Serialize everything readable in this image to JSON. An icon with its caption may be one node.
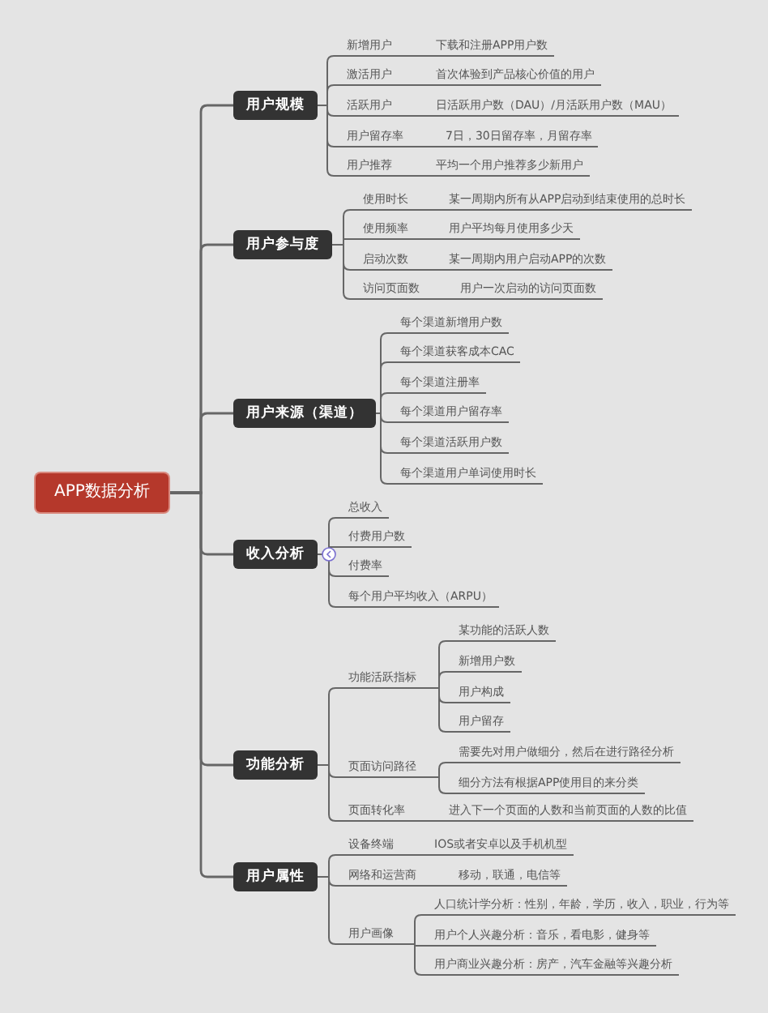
{
  "diagram": {
    "nodes": [
      {
        "text": [
          "APP数据分析"
        ]
      },
      {
        "text": [
          "用户规模"
        ]
      },
      {
        "text": [
          "新增用户"
        ]
      },
      {
        "text": [
          "下载和注册APP用户数"
        ]
      },
      {
        "text": [
          "激活用户"
        ]
      },
      {
        "text": [
          "首次体验到产品核心价值的用户"
        ]
      },
      {
        "text": [
          "活跃用户"
        ]
      },
      {
        "text": [
          "日活跃用户数（DAU）/月活跃用户数（MAU）"
        ]
      },
      {
        "text": [
          "用户留存率"
        ]
      },
      {
        "text": [
          "7日，30日留存率，月留存率"
        ]
      },
      {
        "text": [
          "用户推荐"
        ]
      },
      {
        "text": [
          "平均一个用户推荐多少新用户"
        ]
      },
      {
        "text": [
          "用户参与度"
        ]
      },
      {
        "text": [
          "使用时长"
        ]
      },
      {
        "text": [
          "某一周期内所有从APP启动到结束使用的总时长"
        ]
      },
      {
        "text": [
          "使用频率"
        ]
      },
      {
        "text": [
          "用户平均每月使用多少天"
        ]
      },
      {
        "text": [
          "启动次数"
        ]
      },
      {
        "text": [
          "某一周期内用户启动APP的次数"
        ]
      },
      {
        "text": [
          "访问页面数"
        ]
      },
      {
        "text": [
          "用户一次启动的访问页面数"
        ]
      },
      {
        "text": [
          "用户来源（渠道）"
        ]
      },
      {
        "text": [
          "每个渠道新增用户数"
        ]
      },
      {
        "text": [
          "每个渠道获客成本CAC"
        ]
      },
      {
        "text": [
          "每个渠道注册率"
        ]
      },
      {
        "text": [
          "每个渠道用户留存率"
        ]
      },
      {
        "text": [
          "每个渠道活跃用户数"
        ]
      },
      {
        "text": [
          "每个渠道用户单词使用时长"
        ]
      },
      {
        "text": [
          "收入分析"
        ]
      },
      {
        "text": [
          "总收入"
        ]
      },
      {
        "text": [
          "付费用户数"
        ]
      },
      {
        "text": [
          "付费率"
        ]
      },
      {
        "text": [
          "每个用户平均收入（ARPU）"
        ]
      },
      {
        "text": [
          "功能分析"
        ]
      },
      {
        "text": [
          "功能活跃指标"
        ]
      },
      {
        "text": [
          "某功能的活跃人数"
        ]
      },
      {
        "text": [
          "新增用户数"
        ]
      },
      {
        "text": [
          "用户构成"
        ]
      },
      {
        "text": [
          "用户留存"
        ]
      },
      {
        "text": [
          "页面访问路径"
        ]
      },
      {
        "text": [
          "需要先对用户做细分，然后在进行路径分析"
        ]
      },
      {
        "text": [
          "细分方法有根据APP使用目的来分类"
        ]
      },
      {
        "text": [
          "页面转化率"
        ]
      },
      {
        "text": [
          "进入下一个页面的人数和当前页面的人数的比值"
        ]
      },
      {
        "text": [
          "用户属性"
        ]
      },
      {
        "text": [
          "设备终端"
        ]
      },
      {
        "text": [
          "IOS或者安卓以及手机机型"
        ]
      },
      {
        "text": [
          "网络和运营商"
        ]
      },
      {
        "text": [
          "移动，联通，电信等"
        ]
      },
      {
        "text": [
          "用户画像"
        ]
      },
      {
        "text": [
          "人口统计学分析：性别，年龄，学历，收入，职业，行为等"
        ]
      },
      {
        "text": [
          "用户个人兴趣分析：音乐，看电影，健身等"
        ]
      },
      {
        "text": [
          "用户商业兴趣分析：房产，汽车金融等兴趣分析"
        ]
      }
    ],
    "edges": [
      {
        "from": 0,
        "to": 1,
        "arrow": "none"
      },
      {
        "from": 0,
        "to": 12,
        "arrow": "none"
      },
      {
        "from": 0,
        "to": 21,
        "arrow": "none"
      },
      {
        "from": 0,
        "to": 28,
        "arrow": "none"
      },
      {
        "from": 0,
        "to": 33,
        "arrow": "none"
      },
      {
        "from": 0,
        "to": 44,
        "arrow": "none"
      },
      {
        "from": 1,
        "to": 2,
        "arrow": "none"
      },
      {
        "from": 2,
        "to": 3,
        "arrow": "none"
      },
      {
        "from": 1,
        "to": 4,
        "arrow": "none"
      },
      {
        "from": 4,
        "to": 5,
        "arrow": "none"
      },
      {
        "from": 1,
        "to": 6,
        "arrow": "none"
      },
      {
        "from": 6,
        "to": 7,
        "arrow": "none"
      },
      {
        "from": 1,
        "to": 8,
        "arrow": "none"
      },
      {
        "from": 8,
        "to": 9,
        "arrow": "none"
      },
      {
        "from": 1,
        "to": 10,
        "arrow": "none"
      },
      {
        "from": 10,
        "to": 11,
        "arrow": "none"
      },
      {
        "from": 12,
        "to": 13,
        "arrow": "none"
      },
      {
        "from": 13,
        "to": 14,
        "arrow": "none"
      },
      {
        "from": 12,
        "to": 15,
        "arrow": "none"
      },
      {
        "from": 15,
        "to": 16,
        "arrow": "none"
      },
      {
        "from": 12,
        "to": 17,
        "arrow": "none"
      },
      {
        "from": 17,
        "to": 18,
        "arrow": "none"
      },
      {
        "from": 12,
        "to": 19,
        "arrow": "none"
      },
      {
        "from": 19,
        "to": 20,
        "arrow": "none"
      },
      {
        "from": 21,
        "to": 22,
        "arrow": "none"
      },
      {
        "from": 21,
        "to": 23,
        "arrow": "none"
      },
      {
        "from": 21,
        "to": 24,
        "arrow": "none"
      },
      {
        "from": 21,
        "to": 25,
        "arrow": "none"
      },
      {
        "from": 21,
        "to": 26,
        "arrow": "none"
      },
      {
        "from": 21,
        "to": 27,
        "arrow": "none"
      },
      {
        "from": 28,
        "to": 29,
        "arrow": "none"
      },
      {
        "from": 28,
        "to": 30,
        "arrow": "none"
      },
      {
        "from": 28,
        "to": 31,
        "arrow": "none"
      },
      {
        "from": 28,
        "to": 32,
        "arrow": "none"
      },
      {
        "from": 33,
        "to": 34,
        "arrow": "none"
      },
      {
        "from": 34,
        "to": 35,
        "arrow": "none"
      },
      {
        "from": 34,
        "to": 36,
        "arrow": "none"
      },
      {
        "from": 34,
        "to": 37,
        "arrow": "none"
      },
      {
        "from": 34,
        "to": 38,
        "arrow": "none"
      },
      {
        "from": 33,
        "to": 39,
        "arrow": "none"
      },
      {
        "from": 39,
        "to": 40,
        "arrow": "none"
      },
      {
        "from": 39,
        "to": 41,
        "arrow": "none"
      },
      {
        "from": 33,
        "to": 42,
        "arrow": "none"
      },
      {
        "from": 42,
        "to": 43,
        "arrow": "none"
      },
      {
        "from": 44,
        "to": 45,
        "arrow": "none"
      },
      {
        "from": 45,
        "to": 46,
        "arrow": "none"
      },
      {
        "from": 44,
        "to": 47,
        "arrow": "none"
      },
      {
        "from": 47,
        "to": 48,
        "arrow": "none"
      },
      {
        "from": 44,
        "to": 49,
        "arrow": "none"
      },
      {
        "from": 49,
        "to": 50,
        "arrow": "none"
      },
      {
        "from": 49,
        "to": 51,
        "arrow": "none"
      },
      {
        "from": 49,
        "to": 52,
        "arrow": "none"
      }
    ]
  }
}
